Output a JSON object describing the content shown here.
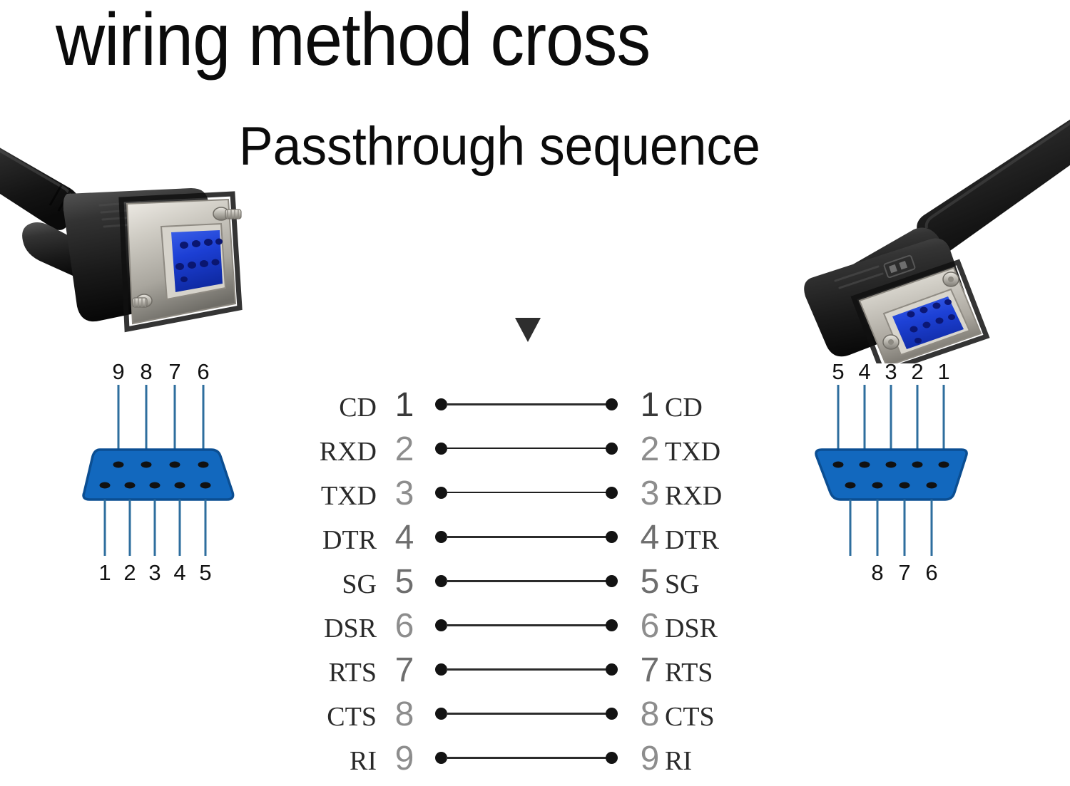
{
  "headings": {
    "title": "wiring method cross",
    "subtitle": "Passthrough sequence"
  },
  "colors": {
    "connector_blue": "#1268BE",
    "connector_blue_outline": "#0B4E92",
    "leader_line": "#2E6E9E",
    "dot_black": "#131313",
    "link_line": "#2b2b2b",
    "text_dark": "#0b0b0b",
    "label_serif": "#2a2a2a",
    "number_gray": "#8d8d8d",
    "cable_black": "#1a1a1a",
    "shell_metal": "#c9c6bf",
    "insulator_blue": "#1a3fd0"
  },
  "arrow": {
    "name": "down-triangle-marker",
    "direction": "down"
  },
  "wiring_table": {
    "rows": [
      {
        "left_label": "CD",
        "left_pin": "1",
        "right_pin": "1",
        "right_label": "CD",
        "tone": "dark"
      },
      {
        "left_label": "RXD",
        "left_pin": "2",
        "right_pin": "2",
        "right_label": "TXD",
        "tone": "light"
      },
      {
        "left_label": "TXD",
        "left_pin": "3",
        "right_pin": "3",
        "right_label": "RXD",
        "tone": "light"
      },
      {
        "left_label": "DTR",
        "left_pin": "4",
        "right_pin": "4",
        "right_label": "DTR",
        "tone": "mid"
      },
      {
        "left_label": "SG",
        "left_pin": "5",
        "right_pin": "5",
        "right_label": "SG",
        "tone": "mid"
      },
      {
        "left_label": "DSR",
        "left_pin": "6",
        "right_pin": "6",
        "right_label": "DSR",
        "tone": "light"
      },
      {
        "left_label": "RTS",
        "left_pin": "7",
        "right_pin": "7",
        "right_label": "RTS",
        "tone": "mid"
      },
      {
        "left_label": "CTS",
        "left_pin": "8",
        "right_pin": "8",
        "right_label": "CTS",
        "tone": "light"
      },
      {
        "left_label": "RI",
        "left_pin": "9",
        "right_pin": "9",
        "right_label": "RI",
        "tone": "light"
      }
    ]
  },
  "left_connector": {
    "name": "db9-female-front-view-left",
    "top_row_labels": [
      "9",
      "8",
      "7",
      "6"
    ],
    "bottom_row_labels": [
      "1",
      "2",
      "3",
      "4",
      "5"
    ],
    "top_row_holes": 4,
    "bottom_row_holes": 5
  },
  "right_connector": {
    "name": "db9-female-front-view-right",
    "top_row_labels": [
      "5",
      "4",
      "3",
      "2",
      "1"
    ],
    "bottom_row_labels": [
      "",
      "8",
      "7",
      "6"
    ],
    "top_row_holes": 5,
    "bottom_row_holes": 4
  },
  "photos": {
    "left": {
      "name": "db9-female-cable-photo-left",
      "type": "straight-hood-db9-female"
    },
    "right": {
      "name": "db9-female-cable-photo-right",
      "type": "low-profile-angled-db9-female"
    }
  }
}
